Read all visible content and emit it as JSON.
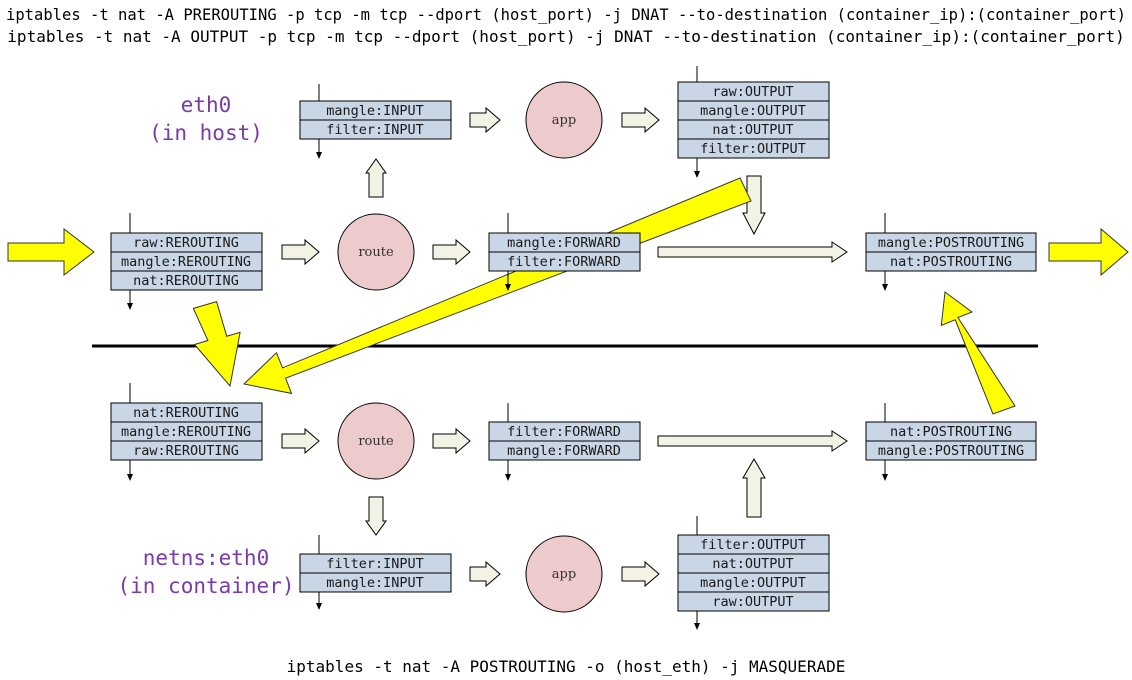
{
  "commands": {
    "dnat_prerouting": "iptables -t nat -A PREROUTING -p tcp -m tcp --dport (host_port) -j DNAT --to-destination (container_ip):(container_port)",
    "dnat_output": "iptables -t nat -A OUTPUT -p tcp -m tcp --dport (host_port) -j DNAT --to-destination (container_ip):(container_port)",
    "masquerade": "iptables -t nat -A POSTROUTING -o (host_eth) -j MASQUERADE"
  },
  "host": {
    "interface_line1": "eth0",
    "interface_line2": "(in host)",
    "prerouting": [
      "raw:REROUTING",
      "mangle:REROUTING",
      "nat:REROUTING"
    ],
    "input": [
      "mangle:INPUT",
      "filter:INPUT"
    ],
    "forward": [
      "mangle:FORWARD",
      "filter:FORWARD"
    ],
    "output": [
      "raw:OUTPUT",
      "mangle:OUTPUT",
      "nat:OUTPUT",
      "filter:OUTPUT"
    ],
    "postrouting": [
      "mangle:POSTROUTING",
      "nat:POSTROUTING"
    ],
    "route_label": "route",
    "app_label": "app"
  },
  "container": {
    "interface_line1": "netns:eth0",
    "interface_line2": "(in container)",
    "prerouting": [
      "nat:REROUTING",
      "mangle:REROUTING",
      "raw:REROUTING"
    ],
    "input": [
      "filter:INPUT",
      "mangle:INPUT"
    ],
    "forward": [
      "filter:FORWARD",
      "mangle:FORWARD"
    ],
    "output": [
      "filter:OUTPUT",
      "nat:OUTPUT",
      "mangle:OUTPUT",
      "raw:OUTPUT"
    ],
    "postrouting": [
      "nat:POSTROUTING",
      "mangle:POSTROUTING"
    ],
    "route_label": "route",
    "app_label": "app"
  },
  "colors": {
    "chain_fill": "#c8d6e6",
    "node_fill": "#edcacb",
    "flow_arrow": "#ffff00",
    "interface_text": "#7a3aa8"
  }
}
